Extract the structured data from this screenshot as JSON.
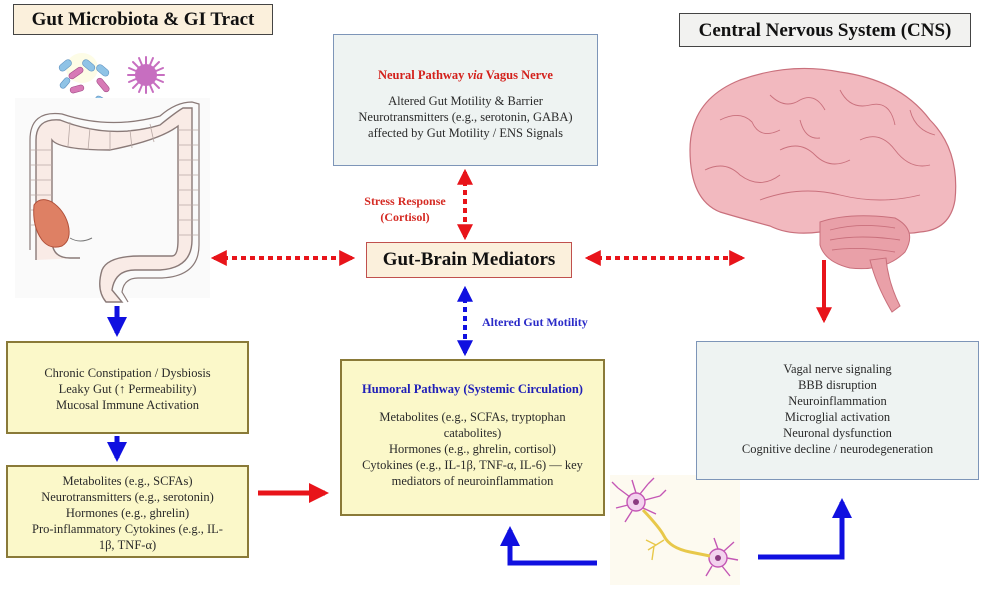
{
  "titles": {
    "gut": "Gut Microbiota & GI Tract",
    "cns": "Central Nervous System (CNS)"
  },
  "neural_pathway": {
    "title_prefix": "Neural Pathway ",
    "title_italic": "via",
    "title_suffix": " Vagus Nerve",
    "lines": [
      "Altered Gut Motility  & Barrier",
      "Neurotransmitters (e.g., serotonin, GABA)",
      "affected by Gut Motility  / ENS Signals"
    ]
  },
  "stress_label": {
    "line1": "Stress Response",
    "line2": "(Cortisol)"
  },
  "mediators": {
    "label": "Gut-Brain Mediators"
  },
  "motility_label": "Altered Gut Motility",
  "gut_effects": {
    "lines": [
      "Chronic Constipation / Dysbiosis",
      "Leaky Gut (↑ Permeability)",
      "Mucosal Immune Activation"
    ]
  },
  "gut_signals": {
    "lines": [
      "Metabolites (e.g., SCFAs)",
      "Neurotransmitters (e.g., serotonin)",
      "Hormones (e.g., ghrelin)",
      "Pro-inflammatory Cytokines (e.g., IL-",
      "1β, TNF-α)"
    ]
  },
  "humoral_pathway": {
    "title": "Humoral  Pathway (Systemic Circulation)",
    "lines": [
      "Metabolites (e.g., SCFAs, tryptophan",
      "catabolites)",
      "Hormones (e.g., ghrelin,  cortisol)",
      "Cytokines (e.g., IL-1β, TNF-α, IL-6) — key",
      "mediators of neuroinflammation"
    ]
  },
  "cns_effects": {
    "lines": [
      "Vagal nerve signaling",
      "BBB  disruption",
      "Neuroinflammation",
      "Microglial  activation",
      "Neuronal dysfunction",
      "Cognitive decline / neurodegeneration"
    ]
  },
  "colors": {
    "red_arrow": "#e8141a",
    "blue_arrow": "#1010e0",
    "red_text": "#d3201b",
    "blue_text": "#2020b8",
    "yellow_box": "#fbf8c9",
    "blue_box": "#eef3f2",
    "title_box": "#fbf0dc"
  },
  "illustrations": [
    "bacteria-icon",
    "colon-icon",
    "brain-icon",
    "neuron-icon"
  ]
}
